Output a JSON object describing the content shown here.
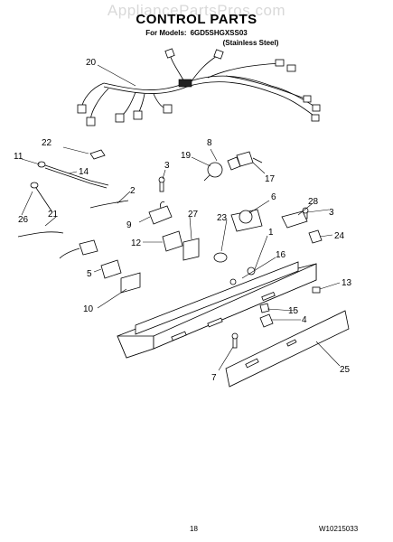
{
  "watermark": "AppliancePartsPros.com",
  "header": {
    "title": "CONTROL PARTS",
    "models_label": "For Models:",
    "models_value": "6GD5SHGXSS03",
    "finish": "(Stainless Steel)"
  },
  "callouts": [
    "1",
    "2",
    "3",
    "3",
    "4",
    "5",
    "6",
    "7",
    "8",
    "9",
    "10",
    "11",
    "12",
    "13",
    "14",
    "15",
    "16",
    "17",
    "19",
    "20",
    "21",
    "22",
    "23",
    "24",
    "25",
    "26",
    "27",
    "28"
  ],
  "footer": {
    "page_number": "18",
    "document_number": "W10215033"
  }
}
